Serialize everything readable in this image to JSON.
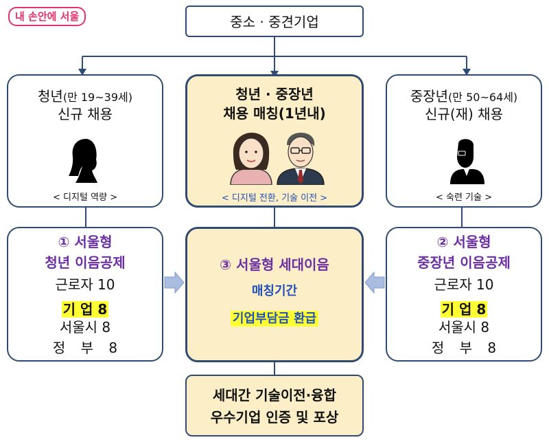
{
  "logo": "내 손안에 서울",
  "top": {
    "title": "중소 · 중견기업"
  },
  "youth": {
    "title_main": "청년",
    "title_sub": "(만 19~39세)",
    "subtitle": "신규 채용",
    "note": "< 디지털 역량 >"
  },
  "center": {
    "title": "청년 · 중장년",
    "subtitle": "채용 매칭(1년내)",
    "note": "< 디지털 전환, 기술 이전 >"
  },
  "senior": {
    "title_main": "중장년",
    "title_sub": "(만 50~64세)",
    "subtitle": "신규(재) 채용",
    "note": "< 숙련 기술 >"
  },
  "left_fund": {
    "title1": "① 서울형",
    "title2": "청년 이음공제",
    "worker": "근로자 10",
    "company": "기 업 8",
    "seoul": "서울시 8",
    "gov": "정 부 8"
  },
  "middle_fund": {
    "title": "③ 서울형 세대이음",
    "line2": "매칭기간",
    "line3": "기업부담금 환급"
  },
  "right_fund": {
    "title1": "② 서울형",
    "title2": "중장년 이음공제",
    "worker": "근로자 10",
    "company": "기 업 8",
    "seoul": "서울시 8",
    "gov": "정 부 8"
  },
  "bottom": {
    "line1": "세대간 기술이전·융합",
    "line2": "우수기업 인증 및 포상"
  },
  "colors": {
    "border": "#2f4b73",
    "cream": "#fcefc7",
    "purple": "#6b2fa3",
    "blue": "#1f4fb8",
    "highlight": "#ffff33",
    "logo": "#e5306b",
    "arrow": "#a9bde0"
  }
}
